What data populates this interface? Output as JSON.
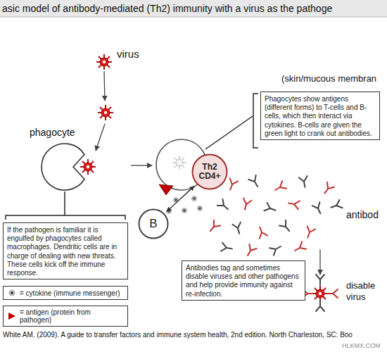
{
  "diagram": {
    "title": "asic model of antibody-mediated (Th2) immunity with a virus as the pathoge",
    "caption": "White AM. (2009). A guide to transfer factors and immune system health, 2nd edition. North Charleston, SC: Boo",
    "nodes": [
      {
        "text": [
          "Phagocytes show antigens (different forms) to T-cells and B-cells, which then interact via cytokines. B-cells are given the green light to crank out antibodies."
        ]
      },
      {
        "text": [
          "Th2 CD4+"
        ]
      },
      {
        "text": [
          "B"
        ]
      },
      {
        "text": [
          "If the pathogen is familiar it is engulfed by phagocytes called macrophages. Dendritic cells are in charge of dealing with new threats. These cells kick off the immune response."
        ]
      },
      {
        "text": [
          "Antibodies tag and sometimes disable viruses and other pathogens and help provide immunity against re-infection."
        ]
      }
    ],
    "edges": [
      {
        "from": 1,
        "to": 2,
        "arrow": "both"
      }
    ],
    "labels": [
      "virus",
      "(skin/mucous membran",
      "phagocyte",
      "antibod",
      "disable virus",
      "HLKMX.COM"
    ],
    "legend": [
      {
        "text": "= cytokine (immune messenger)"
      },
      {
        "text": "= antigen (protein from pathogen)"
      }
    ]
  }
}
